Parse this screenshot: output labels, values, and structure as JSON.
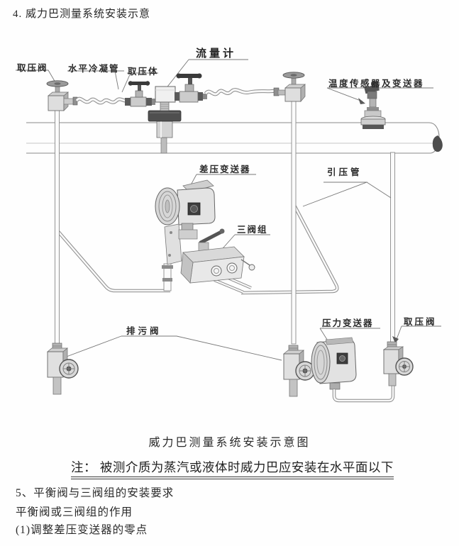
{
  "page": {
    "title": "4. 威力巴测量系统安装示意",
    "caption": "威力巴测量系统安装示意图",
    "note": "注： 被测介质为蒸汽或液体时威力巴应安装在水平面以下",
    "section": {
      "heading": "5、平衡阀与三阀组的安装要求",
      "line1": "平衡阀或三阀组的作用",
      "line2": "(1)调整差压变送器的零点"
    }
  },
  "diagram": {
    "labels": {
      "tap_valve_top": "取压阀",
      "condenser_pipe": "水平冷凝管",
      "probe_body": "取压体",
      "flow_meter": "流量计",
      "temp_sensor": "温度传感器及变送器",
      "dp_transmitter": "差压变送器",
      "impulse_pipe": "引压管",
      "valve_manifold": "三阀组",
      "drain_valve": "排污阀",
      "pressure_transmitter": "压力变送器",
      "tap_valve_bottom": "取压阀"
    },
    "colors": {
      "line": "#8a8a8a",
      "leader": "#787878",
      "dark_fill": "#4d4d4d",
      "text": "#2b2b2b"
    }
  }
}
